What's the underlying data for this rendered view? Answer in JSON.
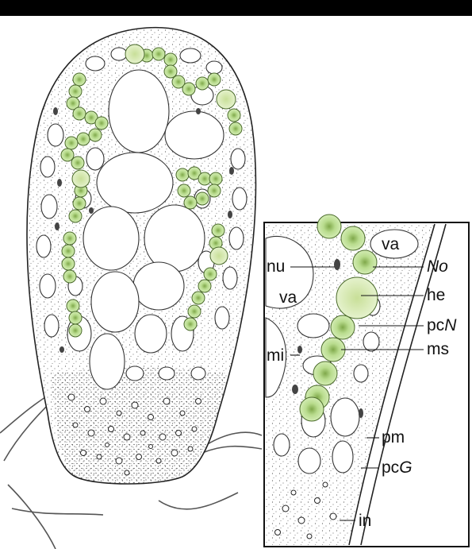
{
  "labels": {
    "va_top": "va",
    "nu": "nu",
    "No": "No",
    "va_left": "va",
    "he": "he",
    "pcN_prefix": "pc",
    "pcN_suffix": "N",
    "mi": "mi",
    "ms": "ms",
    "pm": "pm",
    "pcG_prefix": "pc",
    "pcG_suffix": "G",
    "in": "in"
  },
  "colors": {
    "background": "#000000",
    "cell_fill": "#ffffff",
    "outline": "#222222",
    "nostoc_green": "#c9e6a0",
    "nostoc_core": "#2e4a16"
  }
}
